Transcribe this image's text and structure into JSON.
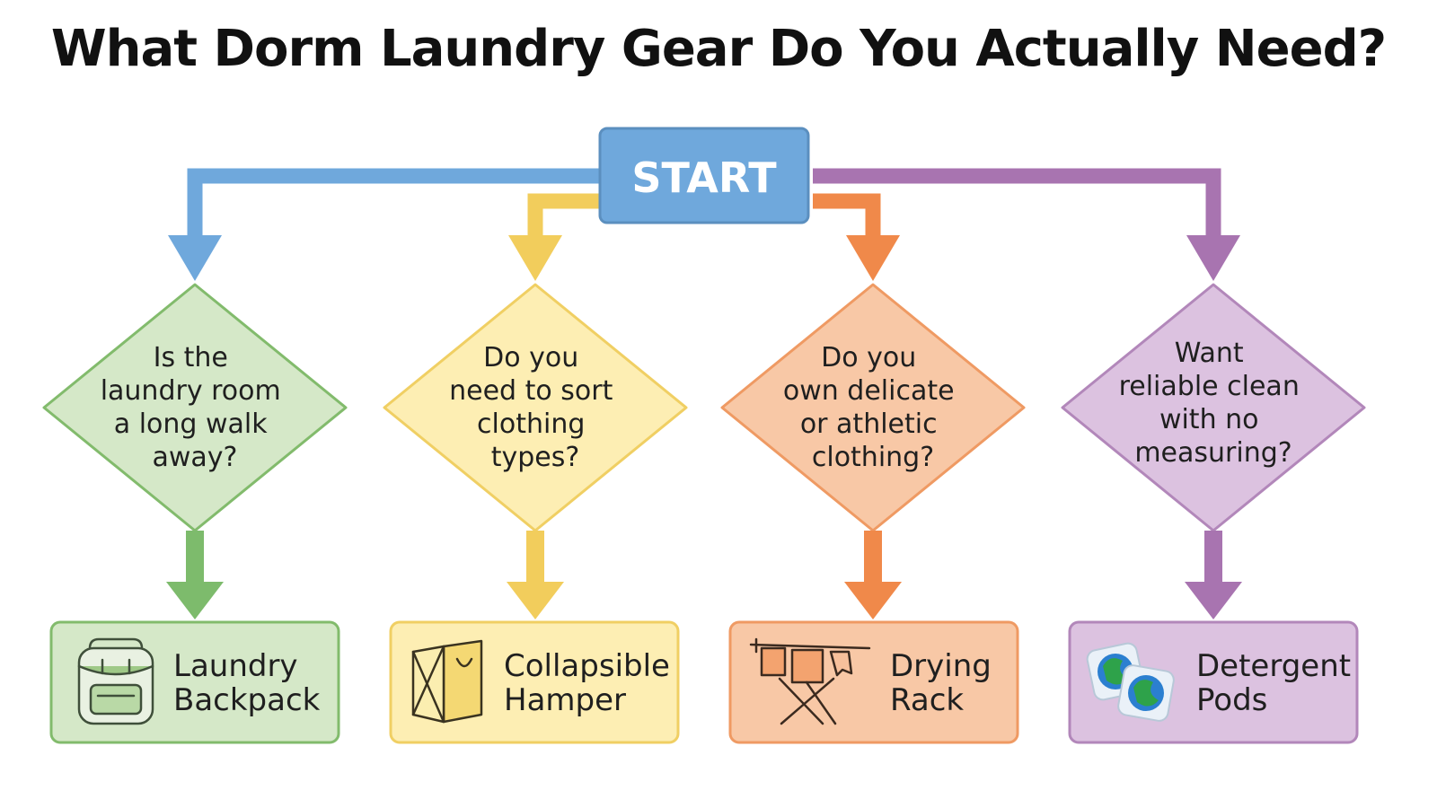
{
  "title": "What Dorm Laundry Gear Do You Actually Need?",
  "start": {
    "label": "START",
    "color": "#6fa8dc"
  },
  "branches": [
    {
      "color": "#6fa8dc",
      "question": [
        "Is the",
        "laundry room",
        "a long walk",
        "away?"
      ],
      "question_fill": "#d5e8c8",
      "question_stroke": "#82bb6c",
      "down_arrow_color": "#7dbb6c",
      "result": [
        "Laundry",
        "Backpack"
      ],
      "result_fill": "#d5e8c8",
      "result_stroke": "#82bb6c",
      "icon": "backpack-icon"
    },
    {
      "color": "#f2cd5c",
      "question": [
        "Do you",
        "need to sort",
        "clothing",
        "types?"
      ],
      "question_fill": "#fdeeb3",
      "question_stroke": "#f0cf63",
      "down_arrow_color": "#f2cd5c",
      "result": [
        "Collapsible",
        "Hamper"
      ],
      "result_fill": "#fdeeb3",
      "result_stroke": "#f0cf63",
      "icon": "hamper-icon"
    },
    {
      "color": "#f0894a",
      "question": [
        "Do you",
        "own delicate",
        "or athletic",
        "clothing?"
      ],
      "question_fill": "#f8c8a6",
      "question_stroke": "#ef9a63",
      "down_arrow_color": "#f0894a",
      "result": [
        "Drying",
        "Rack"
      ],
      "result_fill": "#f8c8a6",
      "result_stroke": "#ef9a63",
      "icon": "drying-rack-icon"
    },
    {
      "color": "#a874b0",
      "question": [
        "Want",
        "reliable clean",
        "with no",
        "measuring?"
      ],
      "question_fill": "#dcc2e0",
      "question_stroke": "#b287ba",
      "down_arrow_color": "#a874b0",
      "result": [
        "Detergent",
        "Pods"
      ],
      "result_fill": "#dcc2e0",
      "result_stroke": "#b287ba",
      "icon": "detergent-pods-icon"
    }
  ]
}
